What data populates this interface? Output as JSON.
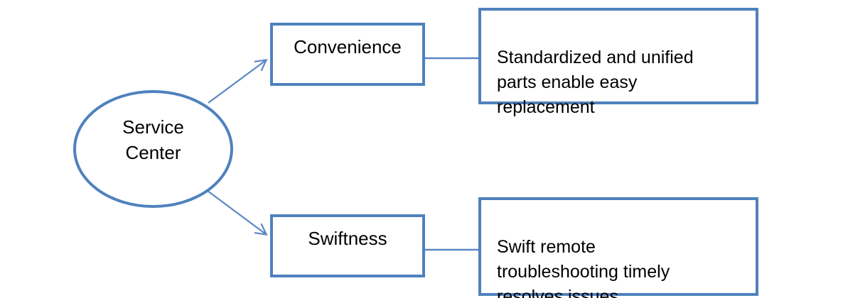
{
  "colors": {
    "shape-border": "#4f81bd",
    "connector": "#5b87c4",
    "text": "#000000",
    "background": "#ffffff"
  },
  "diagram": {
    "root": {
      "label": "Service\nCenter"
    },
    "branches": [
      {
        "label": "Convenience",
        "description": "Standardized and unified\nparts enable easy\nreplacement"
      },
      {
        "label": "Swiftness",
        "description": "Swift remote\ntroubleshooting timely\nresolves issues"
      }
    ]
  }
}
